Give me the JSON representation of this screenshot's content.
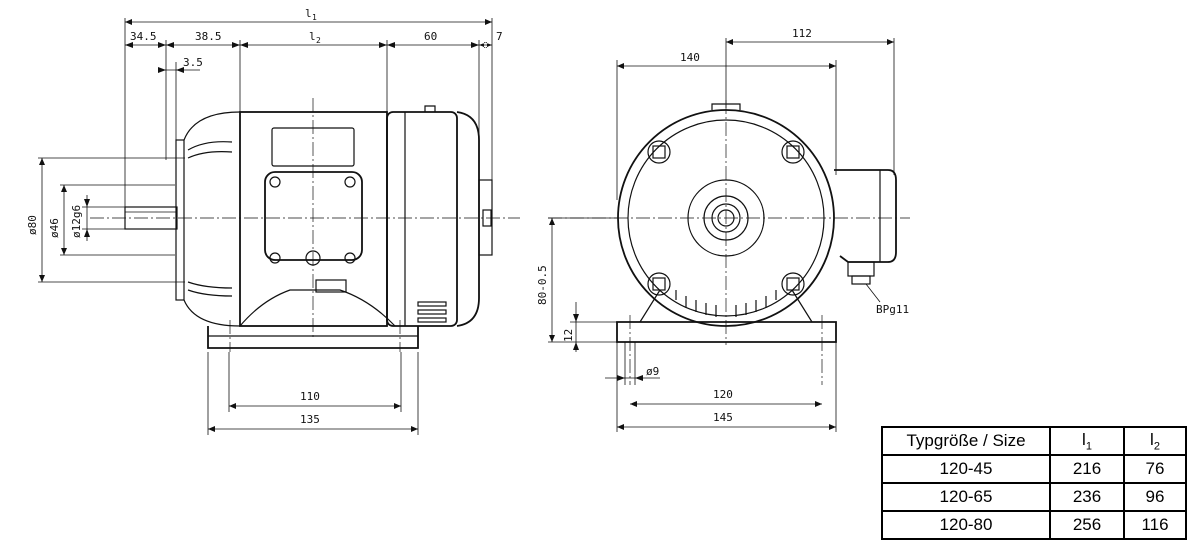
{
  "side_view": {
    "dims": {
      "l1": "l",
      "l1_sub": "1",
      "l2": "l",
      "l2_sub": "2",
      "d34_5": "34.5",
      "d38_5": "38.5",
      "d60": "60",
      "d7": "7",
      "d3_5": "3.5",
      "d110": "110",
      "d135": "135",
      "d80": "ø80",
      "d46": "ø46",
      "d12": "ø12g6"
    }
  },
  "front_view": {
    "dims": {
      "d140": "140",
      "d112": "112",
      "d80h": "80-0.5",
      "d12": "12",
      "d9": "ø9",
      "d120": "120",
      "d145": "145",
      "gland": "BPg11"
    }
  },
  "table": {
    "headers": [
      "Typgröße / Size",
      "l",
      "l"
    ],
    "header_subs": [
      "",
      "1",
      "2"
    ],
    "rows": [
      [
        "120-45",
        "216",
        "76"
      ],
      [
        "120-65",
        "236",
        "96"
      ],
      [
        "120-80",
        "256",
        "116"
      ]
    ]
  }
}
